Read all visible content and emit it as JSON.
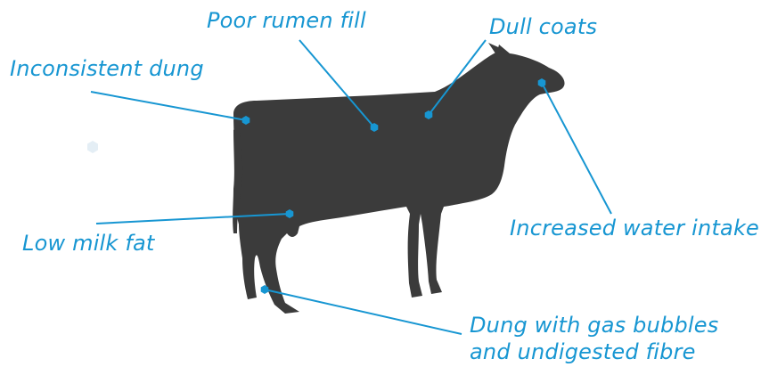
{
  "colors": {
    "accent": "#1796d2",
    "silhouette": "#3b3b3b",
    "background": "#ffffff"
  },
  "diagram": {
    "subject": "cow-silhouette",
    "labels": {
      "poor_rumen_fill": "Poor rumen fill",
      "dull_coats": "Dull coats",
      "inconsistent_dung": "Inconsistent dung",
      "increased_water_intake": "Increased water intake",
      "low_milk_fat": "Low milk fat",
      "dung_gas_bubbles": "Dung with gas bubbles\nand undigested fibre"
    }
  }
}
